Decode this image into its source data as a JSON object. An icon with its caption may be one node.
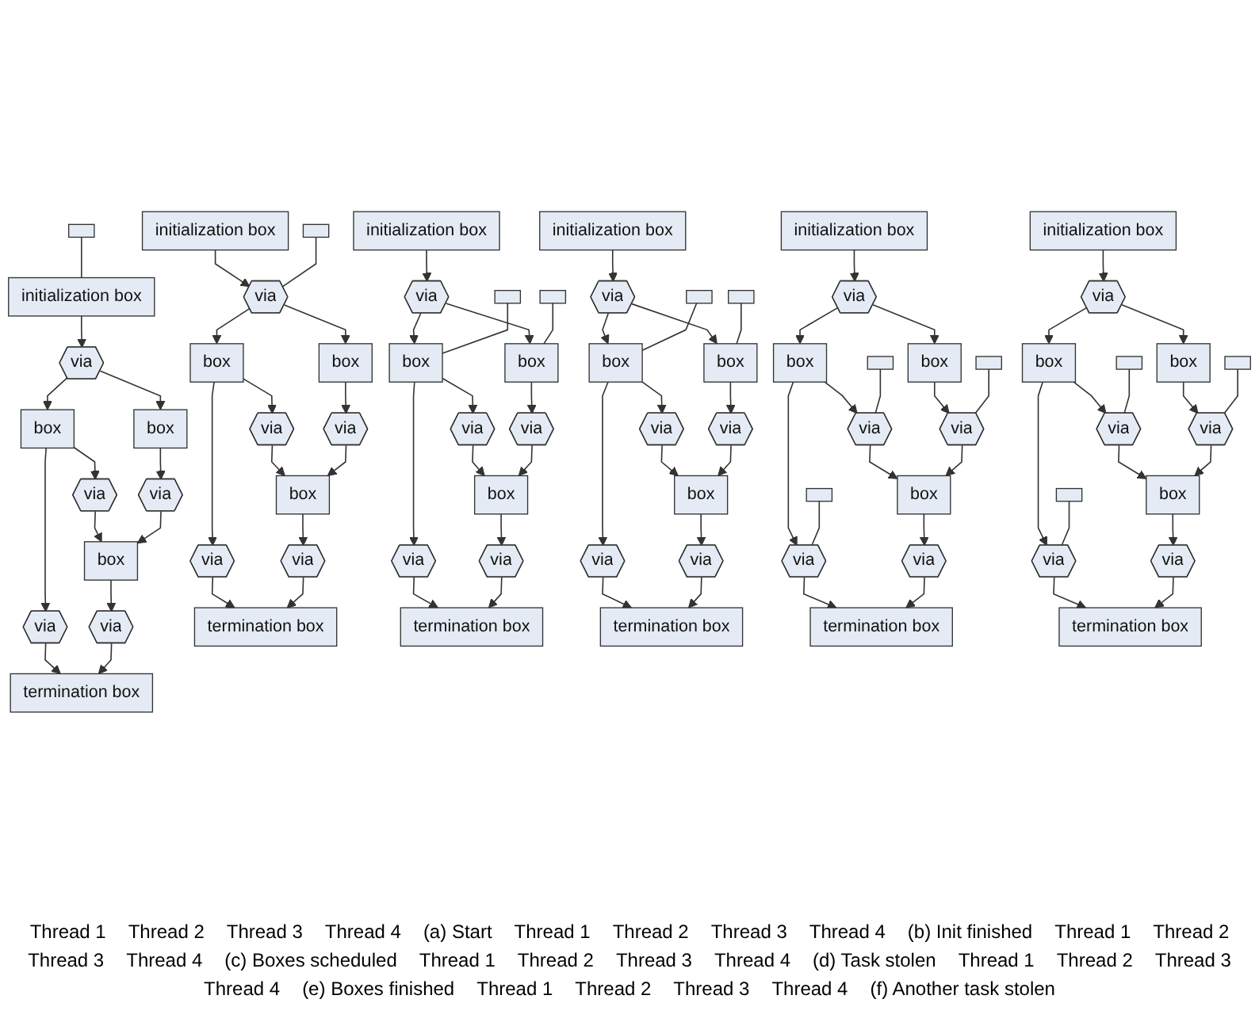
{
  "diagram": {
    "nodes": [
      {
        "text": [
          "initialization box"
        ]
      },
      {
        "text": [
          "via"
        ]
      },
      {
        "text": [
          "box"
        ]
      },
      {
        "text": [
          "box"
        ]
      },
      {
        "text": [
          "via"
        ]
      },
      {
        "text": [
          "via"
        ]
      },
      {
        "text": [
          "via"
        ]
      },
      {
        "text": [
          "box"
        ]
      },
      {
        "text": [
          "via"
        ]
      },
      {
        "text": [
          "termination box"
        ]
      },
      {
        "text": [],
        "shape": "box"
      },
      {
        "text": [
          "initialization box"
        ]
      },
      {
        "text": [
          "via"
        ]
      },
      {
        "text": [
          "box"
        ]
      },
      {
        "text": [
          "box"
        ]
      },
      {
        "text": [
          "via"
        ]
      },
      {
        "text": [
          "via"
        ]
      },
      {
        "text": [
          "via"
        ]
      },
      {
        "text": [
          "box"
        ]
      },
      {
        "text": [
          "via"
        ]
      },
      {
        "text": [
          "termination box"
        ]
      },
      {
        "text": [],
        "shape": "box"
      },
      {
        "text": [
          "initialization box"
        ]
      },
      {
        "text": [
          "via"
        ]
      },
      {
        "text": [
          "box"
        ]
      },
      {
        "text": [
          "box"
        ]
      },
      {
        "text": [
          "via"
        ]
      },
      {
        "text": [
          "via"
        ]
      },
      {
        "text": [
          "via"
        ]
      },
      {
        "text": [
          "box"
        ]
      },
      {
        "text": [
          "via"
        ]
      },
      {
        "text": [
          "termination box"
        ]
      },
      {
        "text": [],
        "shape": "box"
      },
      {
        "text": [],
        "shape": "box"
      },
      {
        "text": [
          "initialization box"
        ]
      },
      {
        "text": [
          "via"
        ]
      },
      {
        "text": [
          "box"
        ]
      },
      {
        "text": [
          "box"
        ]
      },
      {
        "text": [
          "via"
        ]
      },
      {
        "text": [
          "via"
        ]
      },
      {
        "text": [
          "via"
        ]
      },
      {
        "text": [
          "box"
        ]
      },
      {
        "text": [
          "via"
        ]
      },
      {
        "text": [
          "termination box"
        ]
      },
      {
        "text": [],
        "shape": "box"
      },
      {
        "text": [],
        "shape": "box"
      },
      {
        "text": [
          "initialization box"
        ]
      },
      {
        "text": [
          "via"
        ]
      },
      {
        "text": [
          "box"
        ]
      },
      {
        "text": [
          "box"
        ]
      },
      {
        "text": [
          "via"
        ]
      },
      {
        "text": [
          "via"
        ]
      },
      {
        "text": [
          "via"
        ]
      },
      {
        "text": [
          "box"
        ]
      },
      {
        "text": [
          "via"
        ]
      },
      {
        "text": [
          "termination box"
        ]
      },
      {
        "text": [],
        "shape": "box"
      },
      {
        "text": [],
        "shape": "box"
      },
      {
        "text": [],
        "shape": "box"
      },
      {
        "text": [
          "initialization box"
        ]
      },
      {
        "text": [
          "via"
        ]
      },
      {
        "text": [
          "box"
        ]
      },
      {
        "text": [
          "box"
        ]
      },
      {
        "text": [
          "via"
        ]
      },
      {
        "text": [
          "via"
        ]
      },
      {
        "text": [
          "via"
        ]
      },
      {
        "text": [
          "box"
        ]
      },
      {
        "text": [
          "via"
        ]
      },
      {
        "text": [
          "termination box"
        ]
      },
      {
        "text": [],
        "shape": "box"
      },
      {
        "text": [],
        "shape": "box"
      },
      {
        "text": [],
        "shape": "box"
      }
    ],
    "edges": [
      {
        "from": 0,
        "to": 1,
        "arrow": "to"
      },
      {
        "from": 1,
        "to": 2,
        "arrow": "to"
      },
      {
        "from": 1,
        "to": 3,
        "arrow": "to"
      },
      {
        "from": 2,
        "to": 4,
        "arrow": "to"
      },
      {
        "from": 3,
        "to": 5,
        "arrow": "to"
      },
      {
        "from": 2,
        "to": 6,
        "arrow": "to"
      },
      {
        "from": 4,
        "to": 7,
        "arrow": "to"
      },
      {
        "from": 5,
        "to": 7,
        "arrow": "to"
      },
      {
        "from": 7,
        "to": 8,
        "arrow": "to"
      },
      {
        "from": 6,
        "to": 9,
        "arrow": "to"
      },
      {
        "from": 8,
        "to": 9,
        "arrow": "to"
      },
      {
        "from": 10,
        "to": 0,
        "arrow": "none"
      },
      {
        "from": 11,
        "to": 12,
        "arrow": "to"
      },
      {
        "from": 12,
        "to": 13,
        "arrow": "to"
      },
      {
        "from": 12,
        "to": 14,
        "arrow": "to"
      },
      {
        "from": 13,
        "to": 15,
        "arrow": "to"
      },
      {
        "from": 14,
        "to": 16,
        "arrow": "to"
      },
      {
        "from": 13,
        "to": 17,
        "arrow": "to"
      },
      {
        "from": 15,
        "to": 18,
        "arrow": "to"
      },
      {
        "from": 16,
        "to": 18,
        "arrow": "to"
      },
      {
        "from": 18,
        "to": 19,
        "arrow": "to"
      },
      {
        "from": 17,
        "to": 20,
        "arrow": "to"
      },
      {
        "from": 19,
        "to": 20,
        "arrow": "to"
      },
      {
        "from": 21,
        "to": 12,
        "arrow": "none"
      },
      {
        "from": 22,
        "to": 23,
        "arrow": "to"
      },
      {
        "from": 23,
        "to": 24,
        "arrow": "to"
      },
      {
        "from": 23,
        "to": 25,
        "arrow": "to"
      },
      {
        "from": 24,
        "to": 26,
        "arrow": "to"
      },
      {
        "from": 25,
        "to": 27,
        "arrow": "to"
      },
      {
        "from": 24,
        "to": 28,
        "arrow": "to"
      },
      {
        "from": 26,
        "to": 29,
        "arrow": "to"
      },
      {
        "from": 27,
        "to": 29,
        "arrow": "to"
      },
      {
        "from": 29,
        "to": 30,
        "arrow": "to"
      },
      {
        "from": 28,
        "to": 31,
        "arrow": "to"
      },
      {
        "from": 30,
        "to": 31,
        "arrow": "to"
      },
      {
        "from": 32,
        "to": 24,
        "arrow": "none"
      },
      {
        "from": 33,
        "to": 25,
        "arrow": "none"
      },
      {
        "from": 34,
        "to": 35,
        "arrow": "to"
      },
      {
        "from": 35,
        "to": 36,
        "arrow": "to"
      },
      {
        "from": 35,
        "to": 37,
        "arrow": "to"
      },
      {
        "from": 36,
        "to": 38,
        "arrow": "to"
      },
      {
        "from": 37,
        "to": 39,
        "arrow": "to"
      },
      {
        "from": 36,
        "to": 40,
        "arrow": "to"
      },
      {
        "from": 38,
        "to": 41,
        "arrow": "to"
      },
      {
        "from": 39,
        "to": 41,
        "arrow": "to"
      },
      {
        "from": 41,
        "to": 42,
        "arrow": "to"
      },
      {
        "from": 40,
        "to": 43,
        "arrow": "to"
      },
      {
        "from": 42,
        "to": 43,
        "arrow": "to"
      },
      {
        "from": 44,
        "to": 36,
        "arrow": "none"
      },
      {
        "from": 45,
        "to": 37,
        "arrow": "none"
      },
      {
        "from": 46,
        "to": 47,
        "arrow": "to"
      },
      {
        "from": 47,
        "to": 48,
        "arrow": "to"
      },
      {
        "from": 47,
        "to": 49,
        "arrow": "to"
      },
      {
        "from": 48,
        "to": 50,
        "arrow": "to"
      },
      {
        "from": 49,
        "to": 51,
        "arrow": "to"
      },
      {
        "from": 48,
        "to": 52,
        "arrow": "to"
      },
      {
        "from": 50,
        "to": 53,
        "arrow": "to"
      },
      {
        "from": 51,
        "to": 53,
        "arrow": "to"
      },
      {
        "from": 53,
        "to": 54,
        "arrow": "to"
      },
      {
        "from": 52,
        "to": 55,
        "arrow": "to"
      },
      {
        "from": 54,
        "to": 55,
        "arrow": "to"
      },
      {
        "from": 56,
        "to": 50,
        "arrow": "none"
      },
      {
        "from": 57,
        "to": 52,
        "arrow": "none"
      },
      {
        "from": 58,
        "to": 51,
        "arrow": "none"
      },
      {
        "from": 59,
        "to": 60,
        "arrow": "to"
      },
      {
        "from": 60,
        "to": 61,
        "arrow": "to"
      },
      {
        "from": 60,
        "to": 62,
        "arrow": "to"
      },
      {
        "from": 61,
        "to": 63,
        "arrow": "to"
      },
      {
        "from": 62,
        "to": 64,
        "arrow": "to"
      },
      {
        "from": 61,
        "to": 65,
        "arrow": "to"
      },
      {
        "from": 63,
        "to": 66,
        "arrow": "to"
      },
      {
        "from": 64,
        "to": 66,
        "arrow": "to"
      },
      {
        "from": 66,
        "to": 67,
        "arrow": "to"
      },
      {
        "from": 65,
        "to": 68,
        "arrow": "to"
      },
      {
        "from": 67,
        "to": 68,
        "arrow": "to"
      },
      {
        "from": 69,
        "to": 65,
        "arrow": "none"
      },
      {
        "from": 70,
        "to": 64,
        "arrow": "none"
      },
      {
        "from": 71,
        "to": 63,
        "arrow": "none"
      }
    ],
    "labels": [
      "Thread 1",
      "Thread 2",
      "Thread 3",
      "Thread 4",
      "(a) Start",
      "Thread 1",
      "Thread 2",
      "Thread 3",
      "Thread 4",
      "(b) Init finished",
      "Thread 1",
      "Thread 2",
      "Thread 3",
      "Thread 4",
      "(c) Boxes scheduled",
      "Thread 1",
      "Thread 2",
      "Thread 3",
      "Thread 4",
      "(d) Task stolen",
      "Thread 1",
      "Thread 2",
      "Thread 3",
      "Thread 4",
      "(e) Boxes finished",
      "Thread 1",
      "Thread 2",
      "Thread 3",
      "Thread 4",
      "(f) Another task stolen"
    ]
  }
}
